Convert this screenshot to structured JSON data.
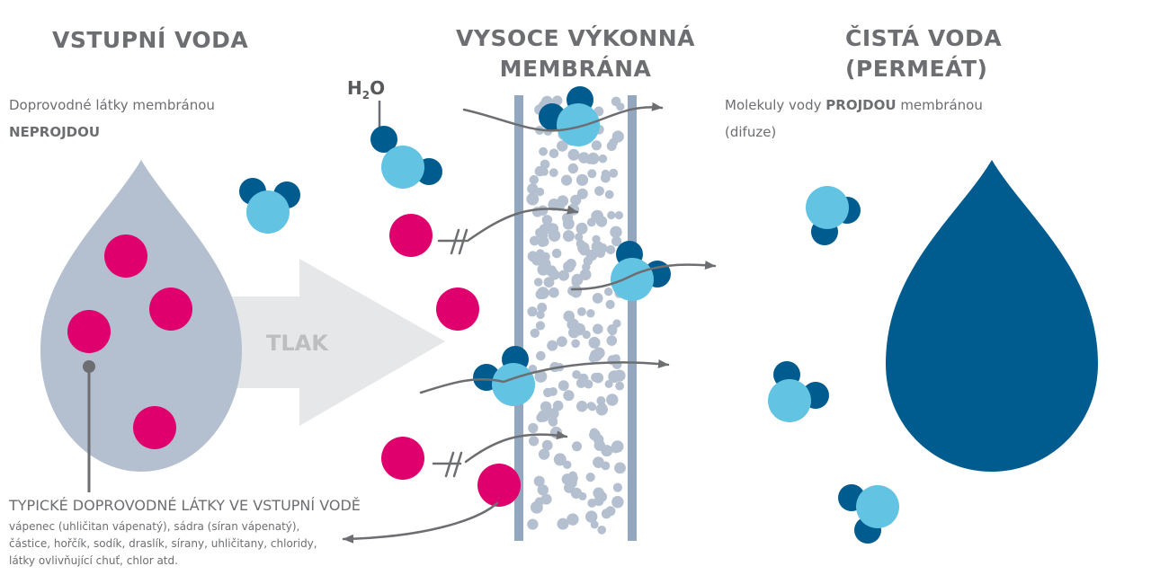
{
  "headings": {
    "input": "VSTUPNÍ VODA",
    "membrane_line1": "VYSOCE VÝKONNÁ",
    "membrane_line2": "MEMBRÁNA",
    "output": "ČISTÁ VODA (PERMEÁT)"
  },
  "left_note": {
    "line1": "Doprovodné látky membránou",
    "line2": "NEPROJDOU"
  },
  "right_note": {
    "before": "Molekuly vody ",
    "strong": "PROJDOU",
    "after": " membránou",
    "line2": "(difuze)"
  },
  "h2o_label": {
    "main": "H",
    "sub": "2",
    "tail": "O"
  },
  "pressure_label": "TLAK",
  "legend": {
    "title": "TYPICKÉ DOPROVODNÉ LÁTKY VE VSTUPNÍ VODĚ",
    "items": [
      "vápenec (uhličitan vápenatý), sádra (síran vápenatý),",
      "částice, hořčík, sodík, draslík, sírany, uhličitany, chloridy,",
      "látky ovlivňující chuť, chlor atd."
    ]
  },
  "colors": {
    "feed_drop": "#b4bfcf",
    "pure_drop": "#005b8e",
    "impurity": "#e0006d",
    "oxygen": "#62c3e2",
    "hydrogen": "#005b8e",
    "membrane": "#93a8bf",
    "pores": "#b4bfcf",
    "arrow": "#6d6e71",
    "pressure_arrow": "#e6e7e8",
    "text": "#6d6e71"
  }
}
